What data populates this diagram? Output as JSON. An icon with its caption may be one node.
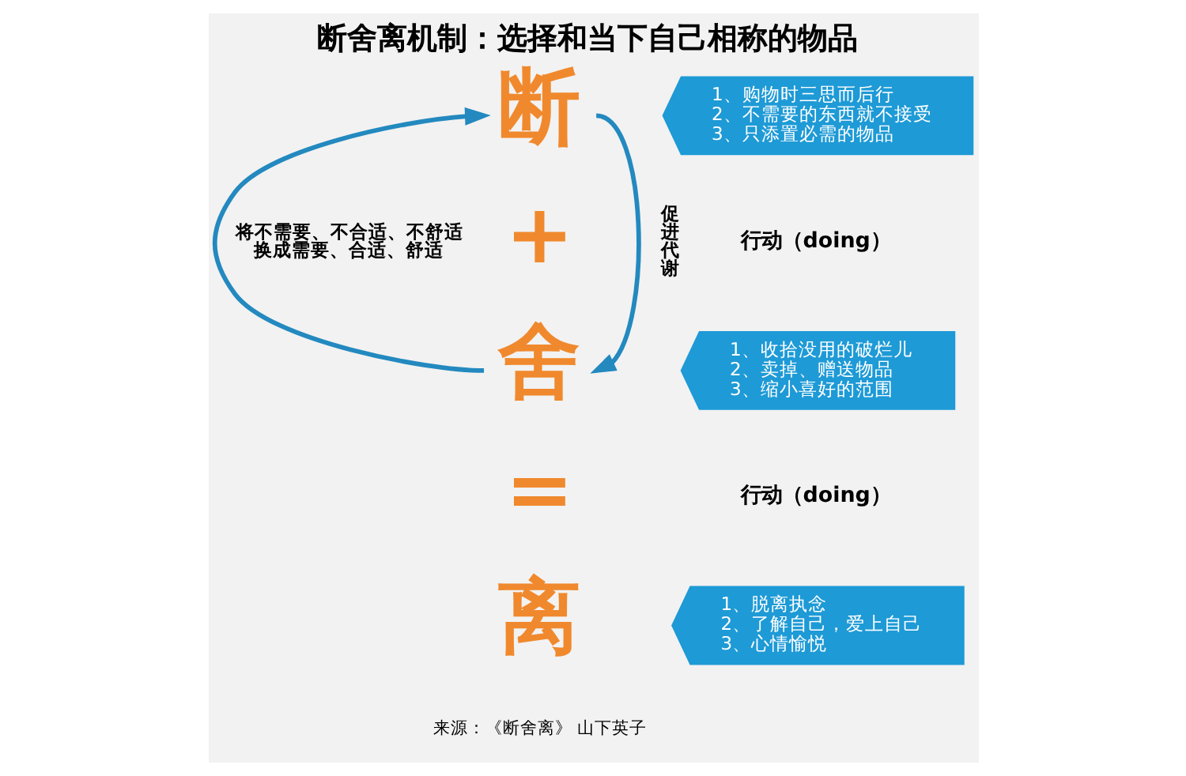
{
  "diagram": {
    "title": "断舍离机制：选择和当下自己相称的物品",
    "nodes": [
      {
        "text": [
          "断"
        ]
      },
      {
        "text": [
          "1、购物时三思而后行",
          "2、不需要的东西就不接受",
          "3、只添置必需的物品"
        ],
        "beside": [
          "行动（doing）"
        ]
      },
      {
        "text": [
          "舍"
        ]
      },
      {
        "text": [
          "1、收拾没用的破烂儿",
          "2、卖掉、赠送物品",
          "3、缩小喜好的范围"
        ],
        "beside": [
          "行动（doing）"
        ]
      },
      {
        "text": [
          "1、脱离执念",
          "2、了解自己，爱上自己",
          "3、心情愉悦"
        ]
      }
    ],
    "edges": [
      {
        "from": 2,
        "to": 0,
        "arrow": "to",
        "label": "将不需要、不合适、不舒适换成需要、合适、舒适"
      },
      {
        "from": 0,
        "to": 2,
        "arrow": "to",
        "label": "促进代谢"
      }
    ],
    "labels": [
      "+",
      "=",
      "离",
      "来源：《断舍离》 山下英子"
    ]
  }
}
